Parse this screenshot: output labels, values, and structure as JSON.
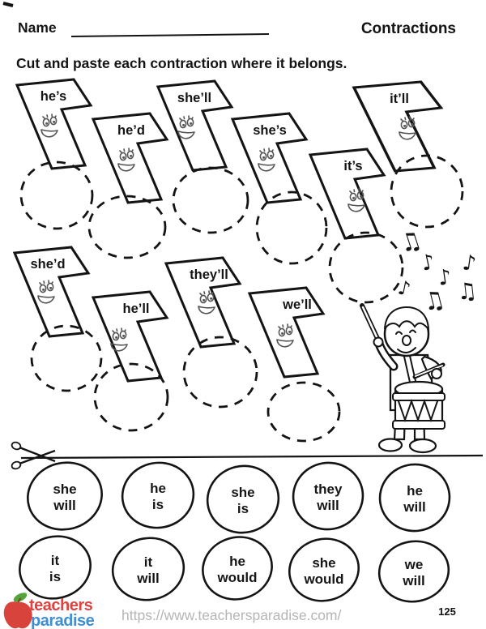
{
  "header": {
    "name_label": "Name",
    "worksheet_title": "Contractions"
  },
  "instruction": "Cut and paste each contraction where it belongs.",
  "notes": [
    {
      "label": "he’s"
    },
    {
      "label": "he’d"
    },
    {
      "label": "she’ll"
    },
    {
      "label": "she’s"
    },
    {
      "label": "it’ll"
    },
    {
      "label": "it’s"
    },
    {
      "label": "she’d"
    },
    {
      "label": "he’ll"
    },
    {
      "label": "they’ll"
    },
    {
      "label": "we’ll"
    }
  ],
  "answers": {
    "row1": [
      {
        "line1": "she",
        "line2": "will"
      },
      {
        "line1": "he",
        "line2": "is"
      },
      {
        "line1": "she",
        "line2": "is"
      },
      {
        "line1": "they",
        "line2": "will"
      },
      {
        "line1": "he",
        "line2": "will"
      }
    ],
    "row2": [
      {
        "line1": "it",
        "line2": "is"
      },
      {
        "line1": "it",
        "line2": "will"
      },
      {
        "line1": "he",
        "line2": "would"
      },
      {
        "line1": "she",
        "line2": "would"
      },
      {
        "line1": "we",
        "line2": "will"
      }
    ]
  },
  "icons": {
    "music_note_single": "♪",
    "music_note_beamed": "♫"
  },
  "colors": {
    "ink": "#141414",
    "face_gray": "#555555",
    "brand_red": "#e0403e",
    "brand_blue": "#3f8fd6",
    "leaf_green": "#55a63a",
    "url_gray": "#b5b5b5"
  },
  "footer": {
    "brand_line1": "teachers",
    "brand_line2": "paradise",
    "url": "https://www.teachersparadise.com/",
    "page_number": "125"
  }
}
